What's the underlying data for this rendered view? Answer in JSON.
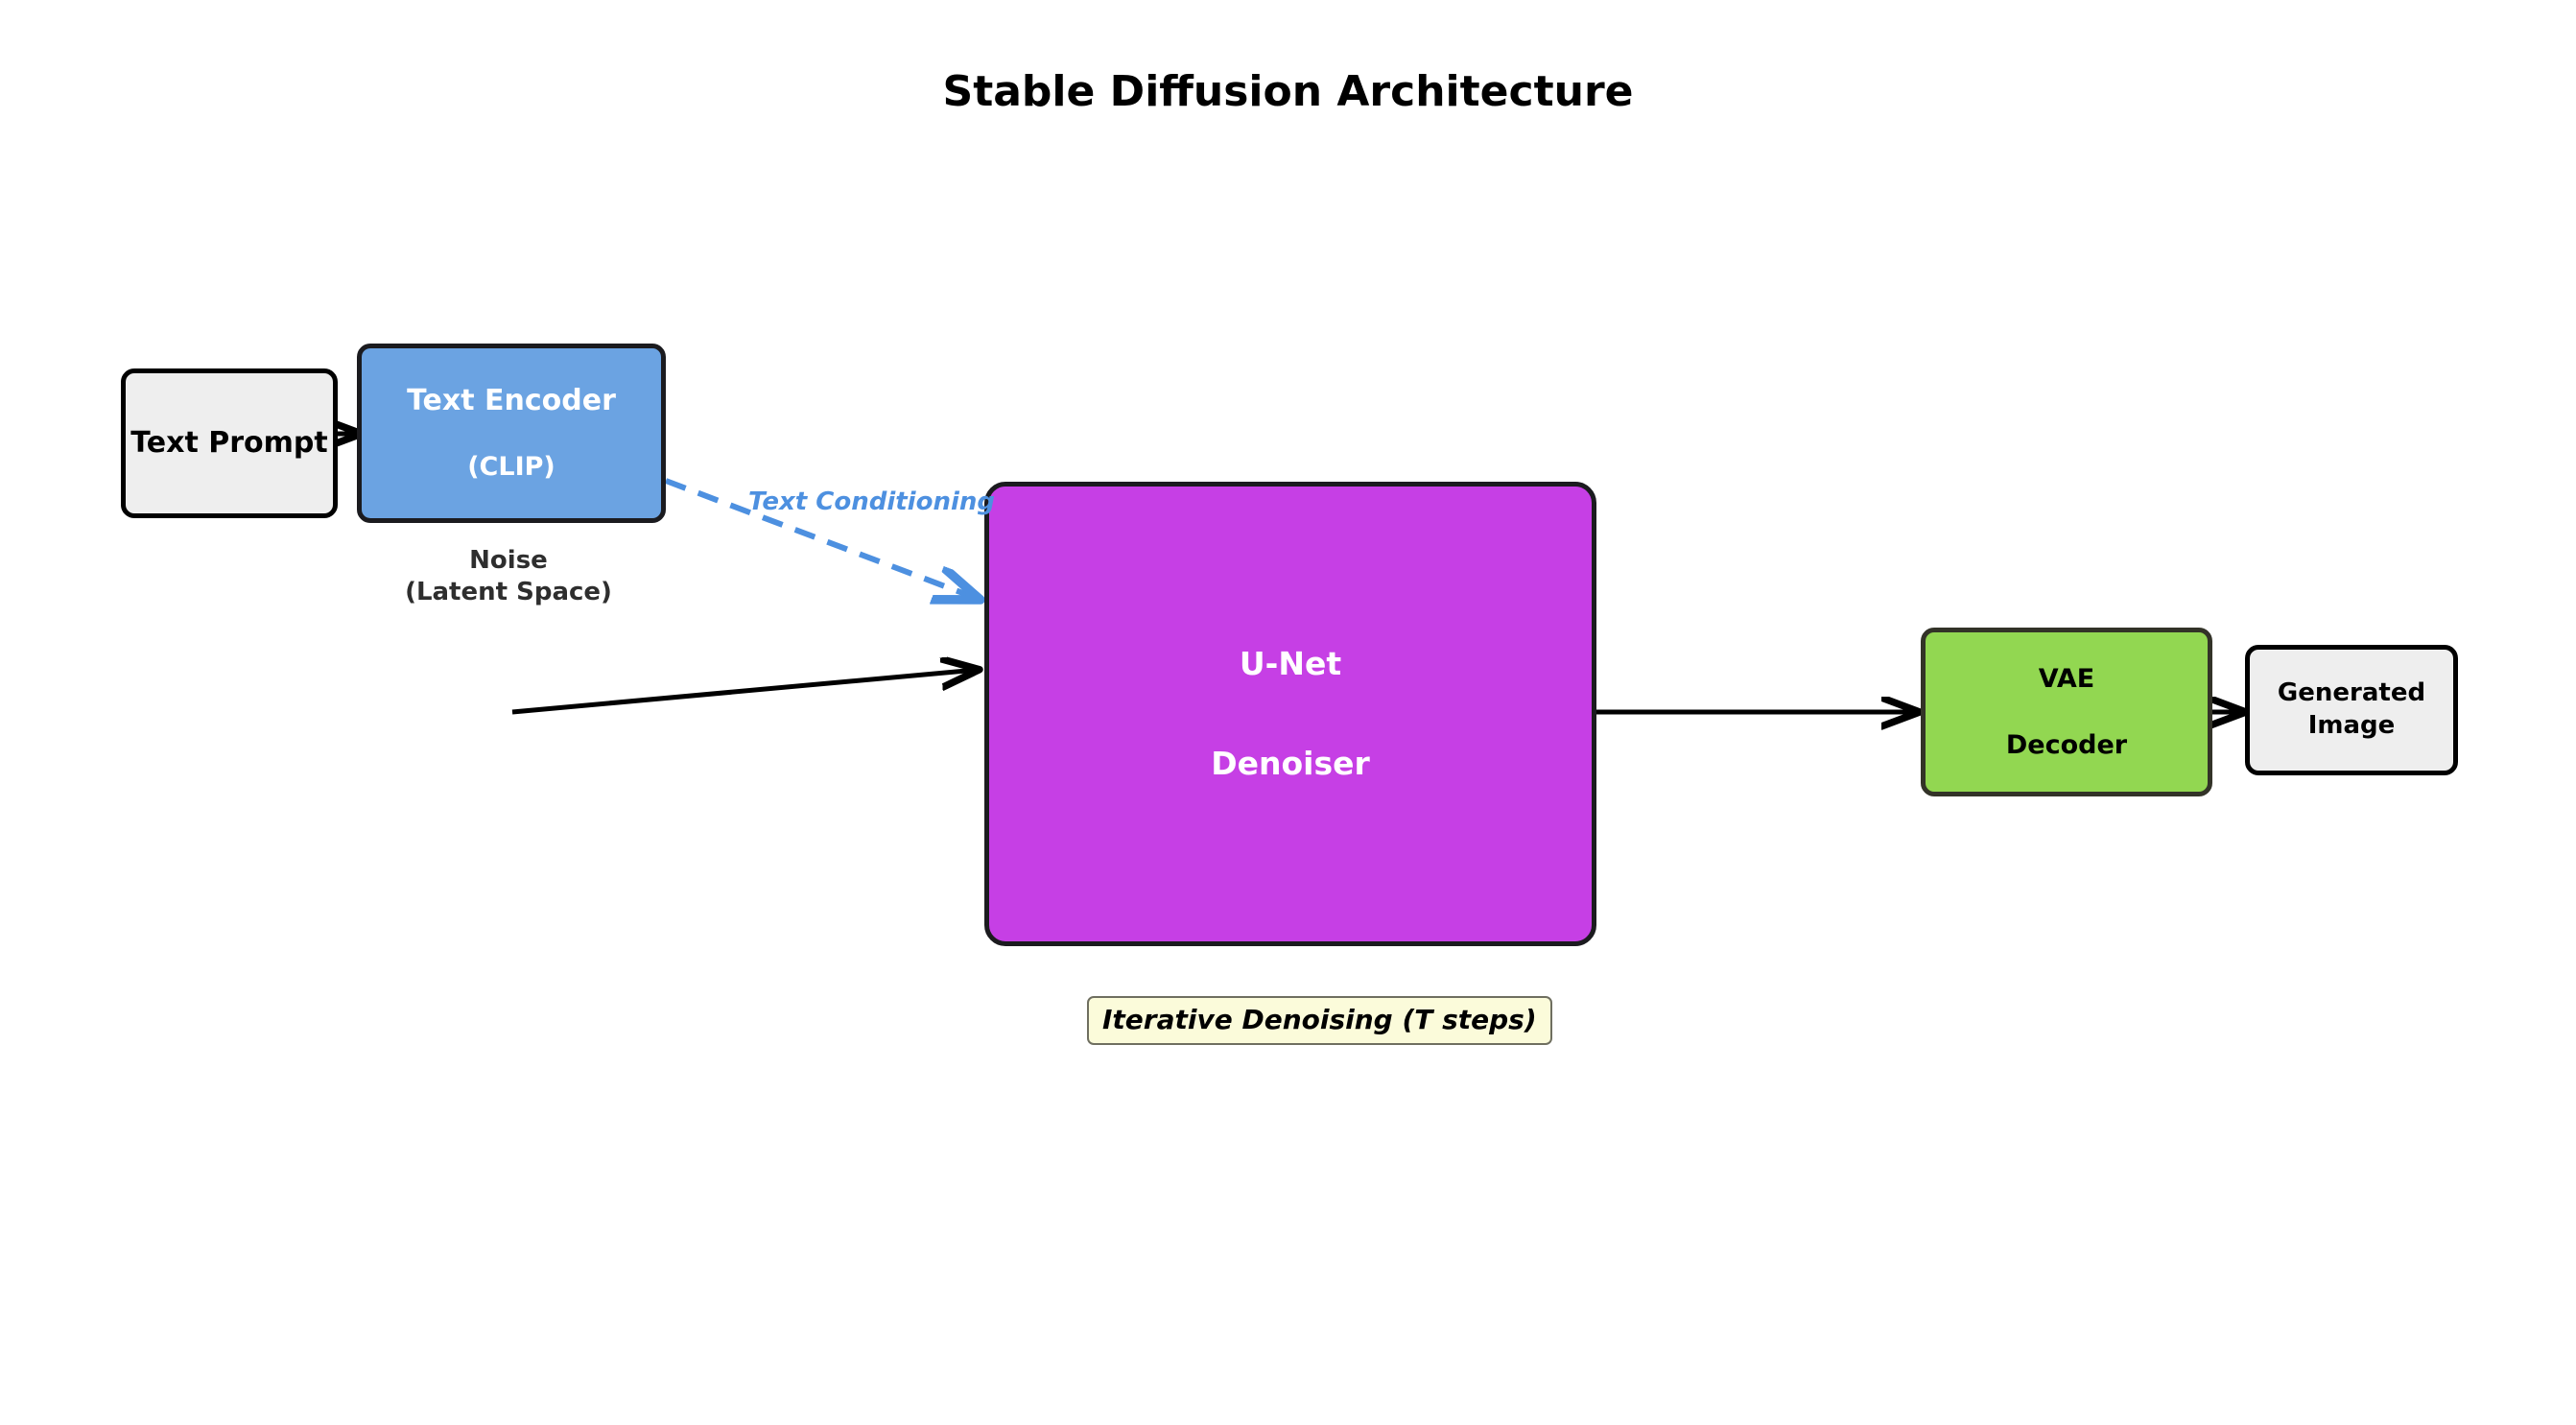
{
  "title": "Stable Diffusion Architecture",
  "colors": {
    "background": "#ffffff",
    "io_box_fill": "#eeeeee",
    "encoder_fill": "#6ba3e2",
    "unet_fill": "#c63fe5",
    "decoder_fill": "#92d751",
    "note_fill": "#fbfbda",
    "conditioning_arrow": "#4d90e0",
    "stroke_dark": "#1b1b1f",
    "text_dark": "#2e2e2e"
  },
  "nodes": {
    "text_prompt": {
      "label": "Text Prompt"
    },
    "text_encoder": {
      "line1": "Text Encoder",
      "line2": "(CLIP)"
    },
    "unet": {
      "line1": "U-Net",
      "line2": "Denoiser"
    },
    "vae": {
      "line1": "VAE",
      "line2": "Decoder"
    },
    "generated_image": {
      "line1": "Generated",
      "line2": "Image"
    }
  },
  "labels": {
    "noise_line1": "Noise",
    "noise_line2": "(Latent Space)",
    "text_conditioning": "Text Conditioning",
    "iterative_note": "Iterative Denoising (T steps)"
  },
  "edges": [
    {
      "name": "prompt-to-encoder",
      "from": "text_prompt",
      "to": "text_encoder",
      "style": "solid",
      "label": ""
    },
    {
      "name": "encoder-to-unet",
      "from": "text_encoder",
      "to": "unet",
      "style": "dashed",
      "label": "Text Conditioning"
    },
    {
      "name": "noise-to-unet",
      "from": "noise",
      "to": "unet",
      "style": "solid",
      "label": ""
    },
    {
      "name": "unet-to-vae",
      "from": "unet",
      "to": "vae",
      "style": "solid",
      "label": ""
    },
    {
      "name": "vae-to-image",
      "from": "vae",
      "to": "generated_image",
      "style": "solid",
      "label": ""
    }
  ]
}
